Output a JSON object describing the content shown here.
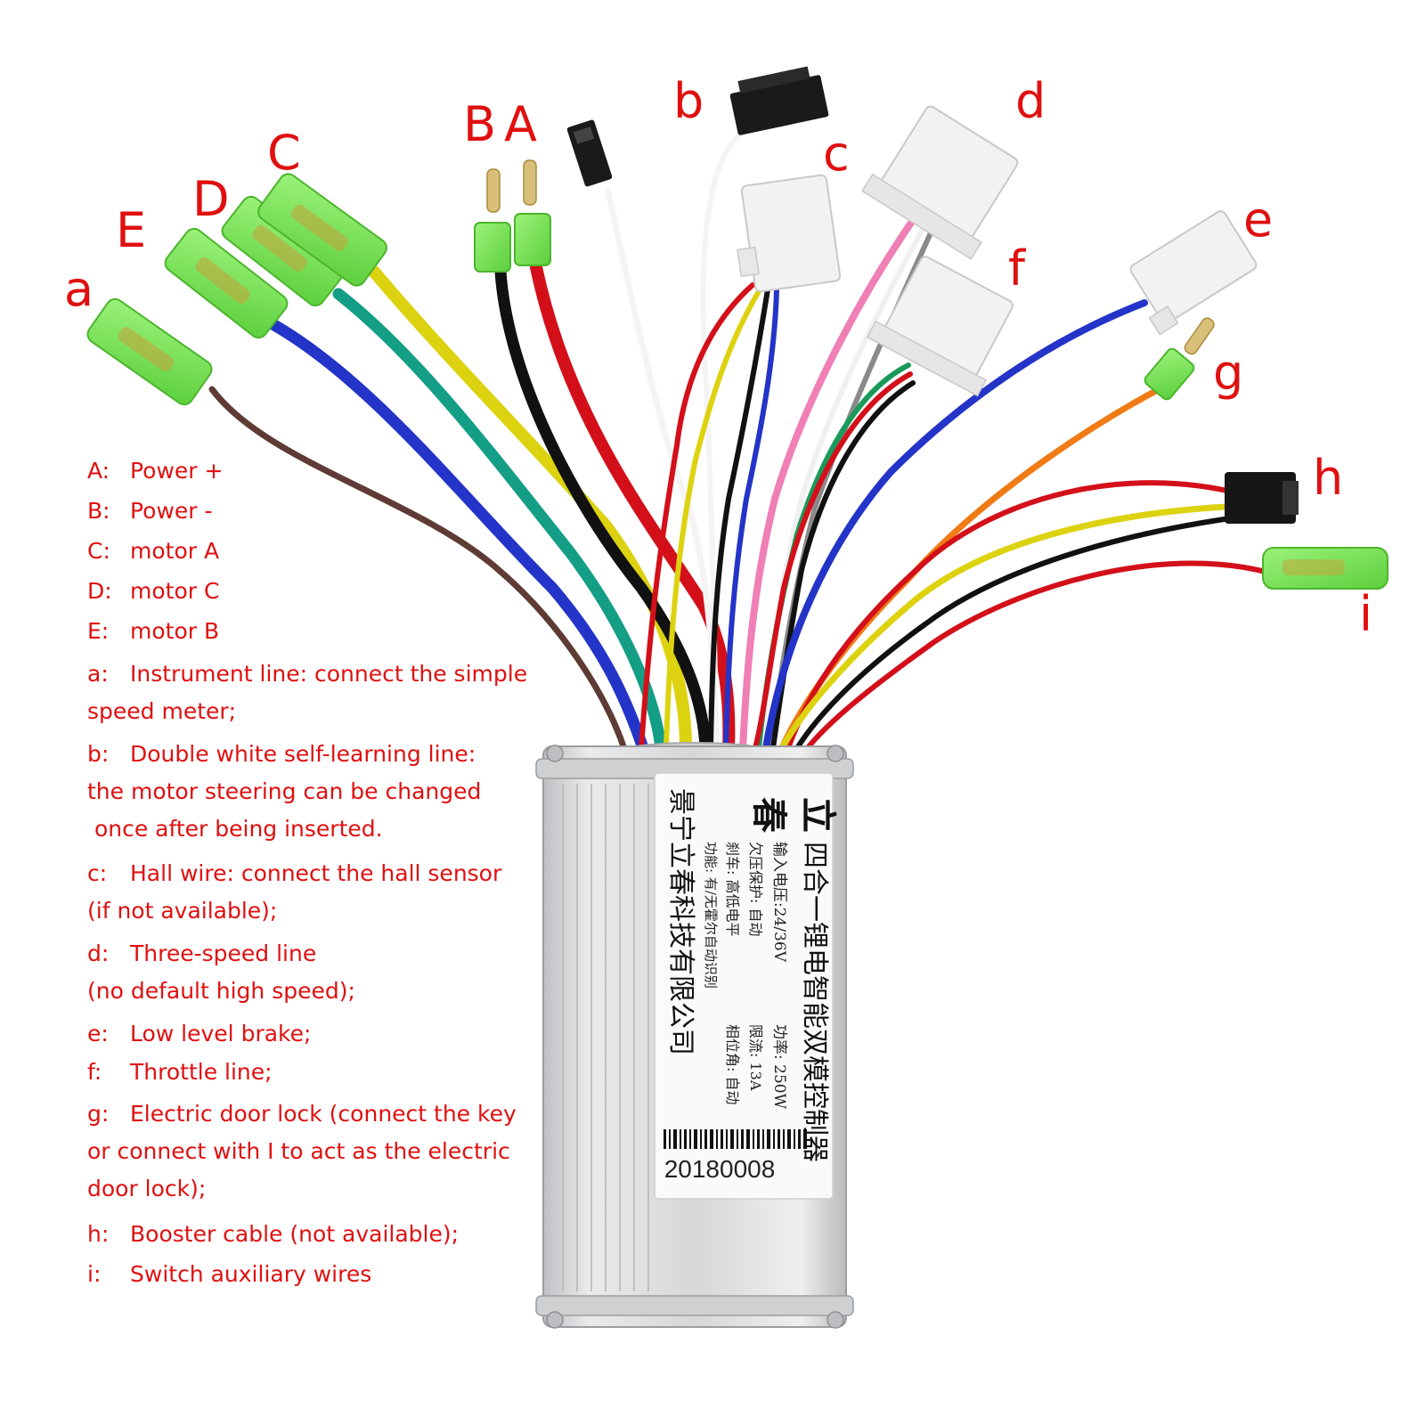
{
  "wire_labels": {
    "a": "a",
    "b": "b",
    "c": "c",
    "d": "d",
    "e": "e",
    "f": "f",
    "g": "g",
    "h": "h",
    "i": "i",
    "A": "A",
    "B": "B",
    "C": "C",
    "D": "D",
    "E": "E"
  },
  "legend": [
    {
      "key": "A:",
      "text": "Power +"
    },
    {
      "key": "B:",
      "text": "Power -"
    },
    {
      "key": "C:",
      "text": "motor A"
    },
    {
      "key": "D:",
      "text": "motor C"
    },
    {
      "key": "E:",
      "text": "motor B"
    },
    {
      "key": "a:",
      "text": "Instrument line: connect the simple\nspeed meter;"
    },
    {
      "key": "b:",
      "text": "Double white self-learning line:\nthe motor steering can be changed\n once after being inserted."
    },
    {
      "key": "c:",
      "text": "Hall wire: connect the hall sensor\n(if not available);"
    },
    {
      "key": "d:",
      "text": "Three-speed line\n(no default high speed);"
    },
    {
      "key": "e:",
      "text": "Low level brake;"
    },
    {
      "key": "f:",
      "text": "Throttle line;"
    },
    {
      "key": "g:",
      "text": "Electric door lock (connect the key\nor connect with I to act as the electric\ndoor lock);"
    },
    {
      "key": "h:",
      "text": "Booster cable (not available);"
    },
    {
      "key": "i:",
      "text": "Switch auxiliary wires"
    }
  ],
  "controller_label": {
    "brand_1": "立",
    "brand_2": "春",
    "product_name": "四合一锂电智能双模控制器",
    "input_voltage": "输入电压:24/36V",
    "power": "功率: 250W",
    "undervoltage": "欠压保护: 自动",
    "current_limit": "限流: 13A",
    "brake": "刹车: 高低电平",
    "phase_angle": "相位角: 自动",
    "function": "功能: 有/无霍尔自动识别",
    "company": "景宁立春科技有限公司",
    "serial": "20180008"
  },
  "colors": {
    "label_red": "#e01010",
    "connector_green": "#7de35a",
    "connector_white": "#f2f2f2",
    "housing_silver": "#d9dadc"
  }
}
